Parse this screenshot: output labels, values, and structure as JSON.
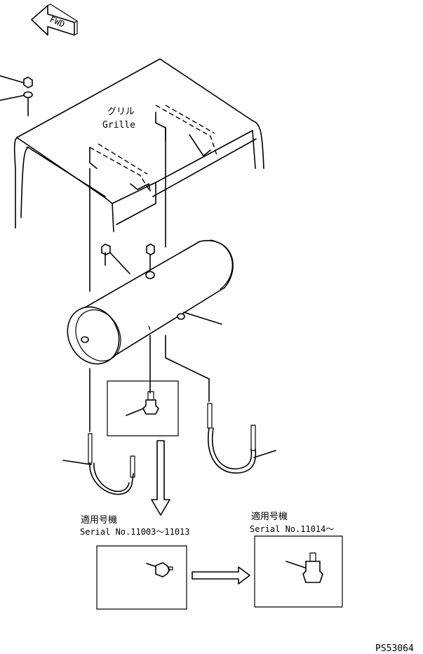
{
  "labels": {
    "fwd": "FWD",
    "grille_jp": "グリル",
    "grille_en": "Grille",
    "serial_jp_1": "適用号機",
    "serial_range_1": "Serial No.11003～11013",
    "serial_jp_2": "適用号機",
    "serial_range_2": "Serial No.11014～",
    "part_code": "PS53064"
  },
  "icons": {
    "fwd_arrow": "fwd-arrow-icon"
  }
}
